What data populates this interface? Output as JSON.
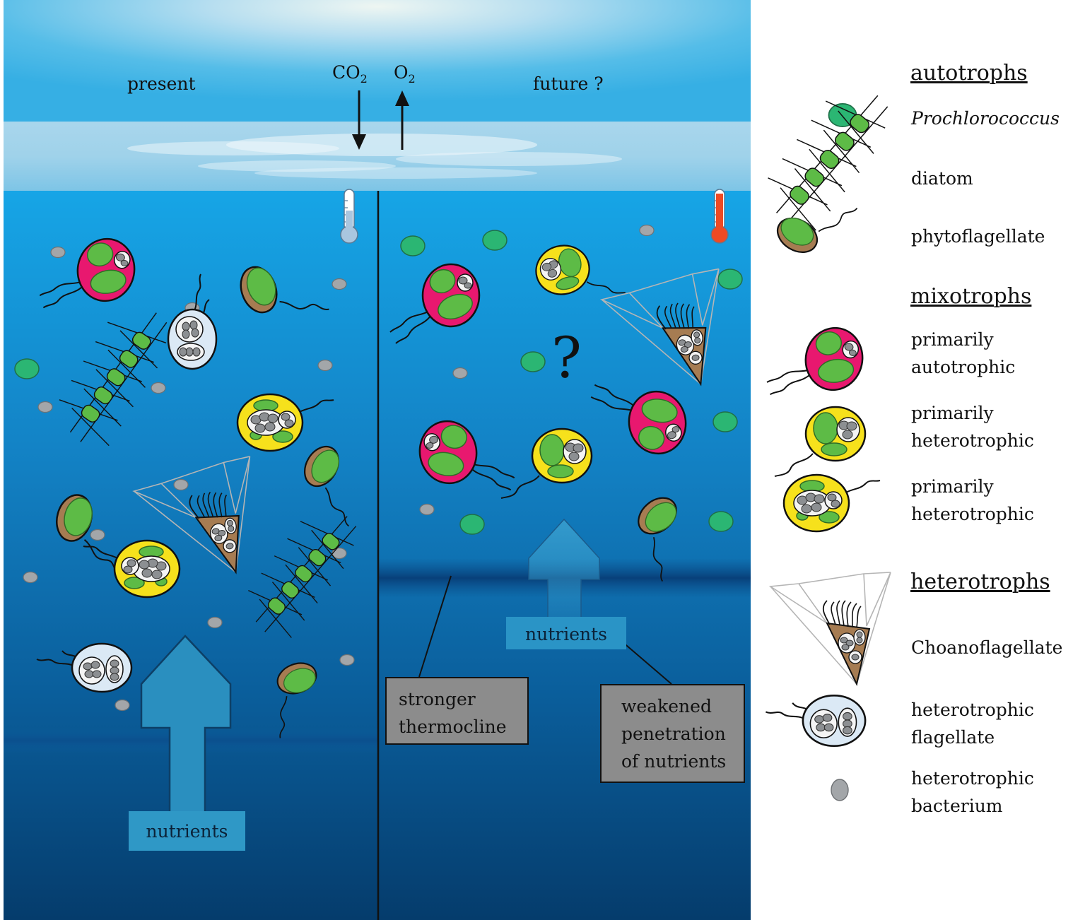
{
  "scene": {
    "left_title": "present",
    "right_title": "future ?",
    "co2_base": "CO",
    "co2_sub": "2",
    "o2_base": "O",
    "o2_sub": "2",
    "question_mark": "?",
    "nutrients_left": "nutrients",
    "nutrients_right": "nutrients",
    "thermocline_box": [
      "stronger",
      "thermocline"
    ],
    "penetration_box": [
      "weakened",
      "penetration",
      "of nutrients"
    ]
  },
  "legend": {
    "autotrophs_heading": "autotrophs",
    "prochlorococcus": "Prochlorococcus",
    "diatom": "diatom",
    "phytoflagellate": "phytoflagellate",
    "mixotrophs_heading": "mixotrophs",
    "primarily_autotrophic": [
      "primarily",
      "autotrophic"
    ],
    "primarily_heterotrophic_1": [
      "primarily",
      "heterotrophic"
    ],
    "primarily_heterotrophic_2": [
      "primarily",
      "heterotrophic"
    ],
    "heterotrophs_heading": "heterotrophs",
    "choanoflagellate": "Choanoflagellate",
    "heterotrophic_flagellate": [
      "heterotrophic",
      "flagellate"
    ],
    "heterotrophic_bacterium": [
      "heterotrophic",
      "bacterium"
    ]
  },
  "colors": {
    "ocean_top": "#1aa6e6",
    "ocean_bottom": "#043a66",
    "sky": "#3db3e6",
    "prochlorococcus": "#2bb673",
    "chloroplast": "#5dbb46",
    "pink_cell": "#e8186f",
    "yellow_cell": "#f6e11c",
    "light_blue_cell": "#dbe9f5",
    "brown_cell": "#a67c52",
    "bacterium": "#a3a6a9",
    "thermometer_cold": "#a9c6df",
    "thermometer_warm": "#ef4a23"
  }
}
